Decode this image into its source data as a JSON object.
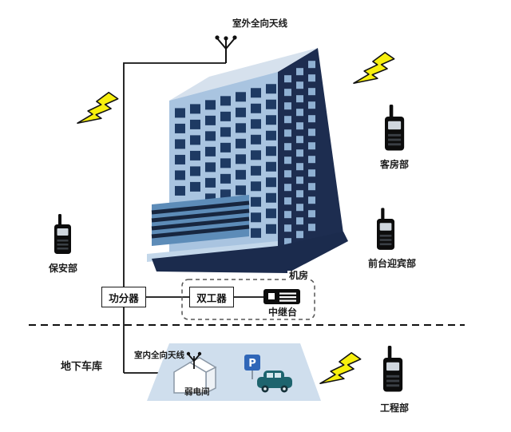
{
  "diagram": {
    "outdoor_antenna": "室外全向天线",
    "indoor_antenna": "室内全向天线",
    "weak_room": "弱电间",
    "basement": "地下车库",
    "machine_room": "机房",
    "splitter": "功分器",
    "duplexer": "双工器",
    "repeater": "中继台",
    "parking_sign": "P",
    "departments": {
      "security": "保安部",
      "guest_room": "客房部",
      "front_desk": "前台迎宾部",
      "engineering": "工程部"
    },
    "colors": {
      "building_front": "#a9c4e0",
      "building_side": "#1d2d50",
      "roof": "#d6e1ed",
      "window": "#1e3a63",
      "side_window": "#8fb0d2",
      "bolt": "#f7ef0e",
      "parking_area": "#cfdeed",
      "p_sign": "#2f66b8",
      "car": "#1e646e",
      "line": "#111111"
    }
  }
}
